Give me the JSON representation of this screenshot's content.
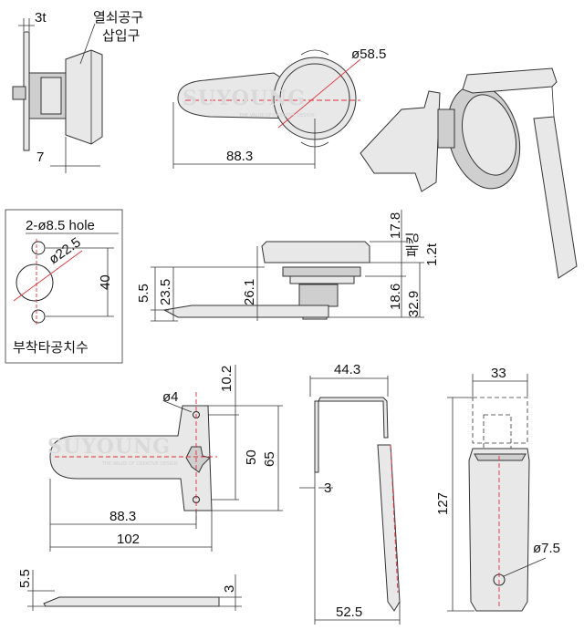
{
  "side_view": {
    "label_line1": "열쇠공구",
    "label_line2": "삽입구",
    "dim_thickness": "3t",
    "dim_width": "7"
  },
  "front_view": {
    "dim_diameter": "ø58.5",
    "dim_length": "88.3"
  },
  "cutout": {
    "hole_label": "2-ø8.5 hole",
    "dim_center_dia": "ø22.5",
    "dim_height": "40",
    "caption": "부착타공치수"
  },
  "section_view": {
    "dim_17_8": "17.8",
    "dim_panel_label": "패킹",
    "dim_1_2t": "1.2t",
    "dim_5_5": "5.5",
    "dim_23_5": "23.5",
    "dim_26_1": "26.1",
    "dim_18_6": "18.6",
    "dim_32_9": "32.9"
  },
  "plate_view": {
    "dim_hole": "ø4",
    "dim_10_2": "10.2",
    "dim_50": "50",
    "dim_65": "65",
    "dim_88_3": "88.3",
    "dim_102": "102"
  },
  "plate_side": {
    "dim_5_5": "5.5",
    "dim_3": "3"
  },
  "handle_side": {
    "dim_44_3": "44.3",
    "dim_3": "3",
    "dim_52_5": "52.5"
  },
  "handle_front": {
    "dim_33": "33",
    "dim_127": "127",
    "dim_hole": "ø7.5"
  },
  "watermark": {
    "brand": "SUYOUNG",
    "tagline": "THE VALUE OF CREATIVE DESIGN"
  }
}
